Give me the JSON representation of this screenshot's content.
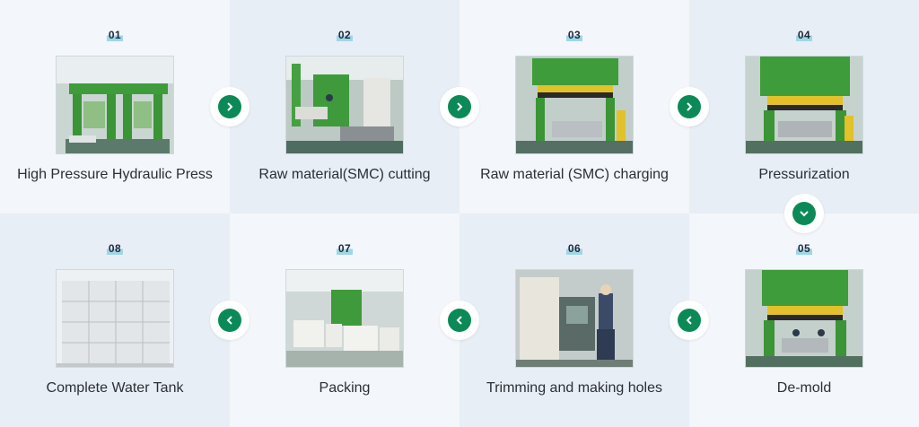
{
  "steps": [
    {
      "number": "01",
      "label": "High Pressure Hydraulic Press",
      "photo": "hydraulic-press-photo"
    },
    {
      "number": "02",
      "label": "Raw material(SMC) cutting",
      "photo": "smc-cutting-photo"
    },
    {
      "number": "03",
      "label": "Raw material (SMC) charging",
      "photo": "smc-charging-photo"
    },
    {
      "number": "04",
      "label": "Pressurization",
      "photo": "pressurization-photo"
    },
    {
      "number": "05",
      "label": "De-mold",
      "photo": "de-mold-photo"
    },
    {
      "number": "06",
      "label": "Trimming and making holes",
      "photo": "trimming-photo"
    },
    {
      "number": "07",
      "label": "Packing",
      "photo": "packing-photo"
    },
    {
      "number": "08",
      "label": "Complete Water Tank",
      "photo": "water-tank-photo"
    }
  ],
  "arrows": {
    "right": "chevron-right-icon",
    "down": "chevron-down-icon",
    "left": "chevron-left-icon"
  },
  "colors": {
    "accent": "#0b8a57",
    "cell_light": "#f3f6fa",
    "cell_dark": "#e8eef6",
    "number_highlight": "#9fd6e6"
  }
}
